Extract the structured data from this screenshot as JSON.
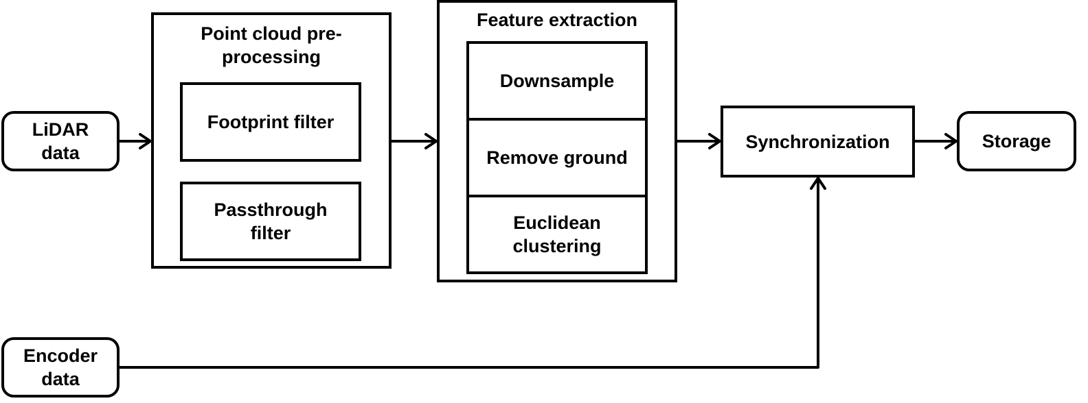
{
  "diagram": {
    "inputs": {
      "lidar": "LiDAR\ndata",
      "encoder": "Encoder\ndata"
    },
    "preprocessing": {
      "title": "Point cloud pre-\nprocessing",
      "steps": [
        "Footprint filter",
        "Passthrough\nfilter"
      ]
    },
    "feature_extraction": {
      "title": "Feature extraction",
      "steps": [
        "Downsample",
        "Remove ground",
        "Euclidean\nclustering"
      ]
    },
    "synchronization": "Synchronization",
    "storage": "Storage",
    "edges": [
      {
        "from": "LiDAR data",
        "to": "Point cloud pre-processing"
      },
      {
        "from": "Point cloud pre-processing",
        "to": "Feature extraction"
      },
      {
        "from": "Feature extraction",
        "to": "Synchronization"
      },
      {
        "from": "Synchronization",
        "to": "Storage"
      },
      {
        "from": "Encoder data",
        "to": "Synchronization"
      }
    ]
  }
}
